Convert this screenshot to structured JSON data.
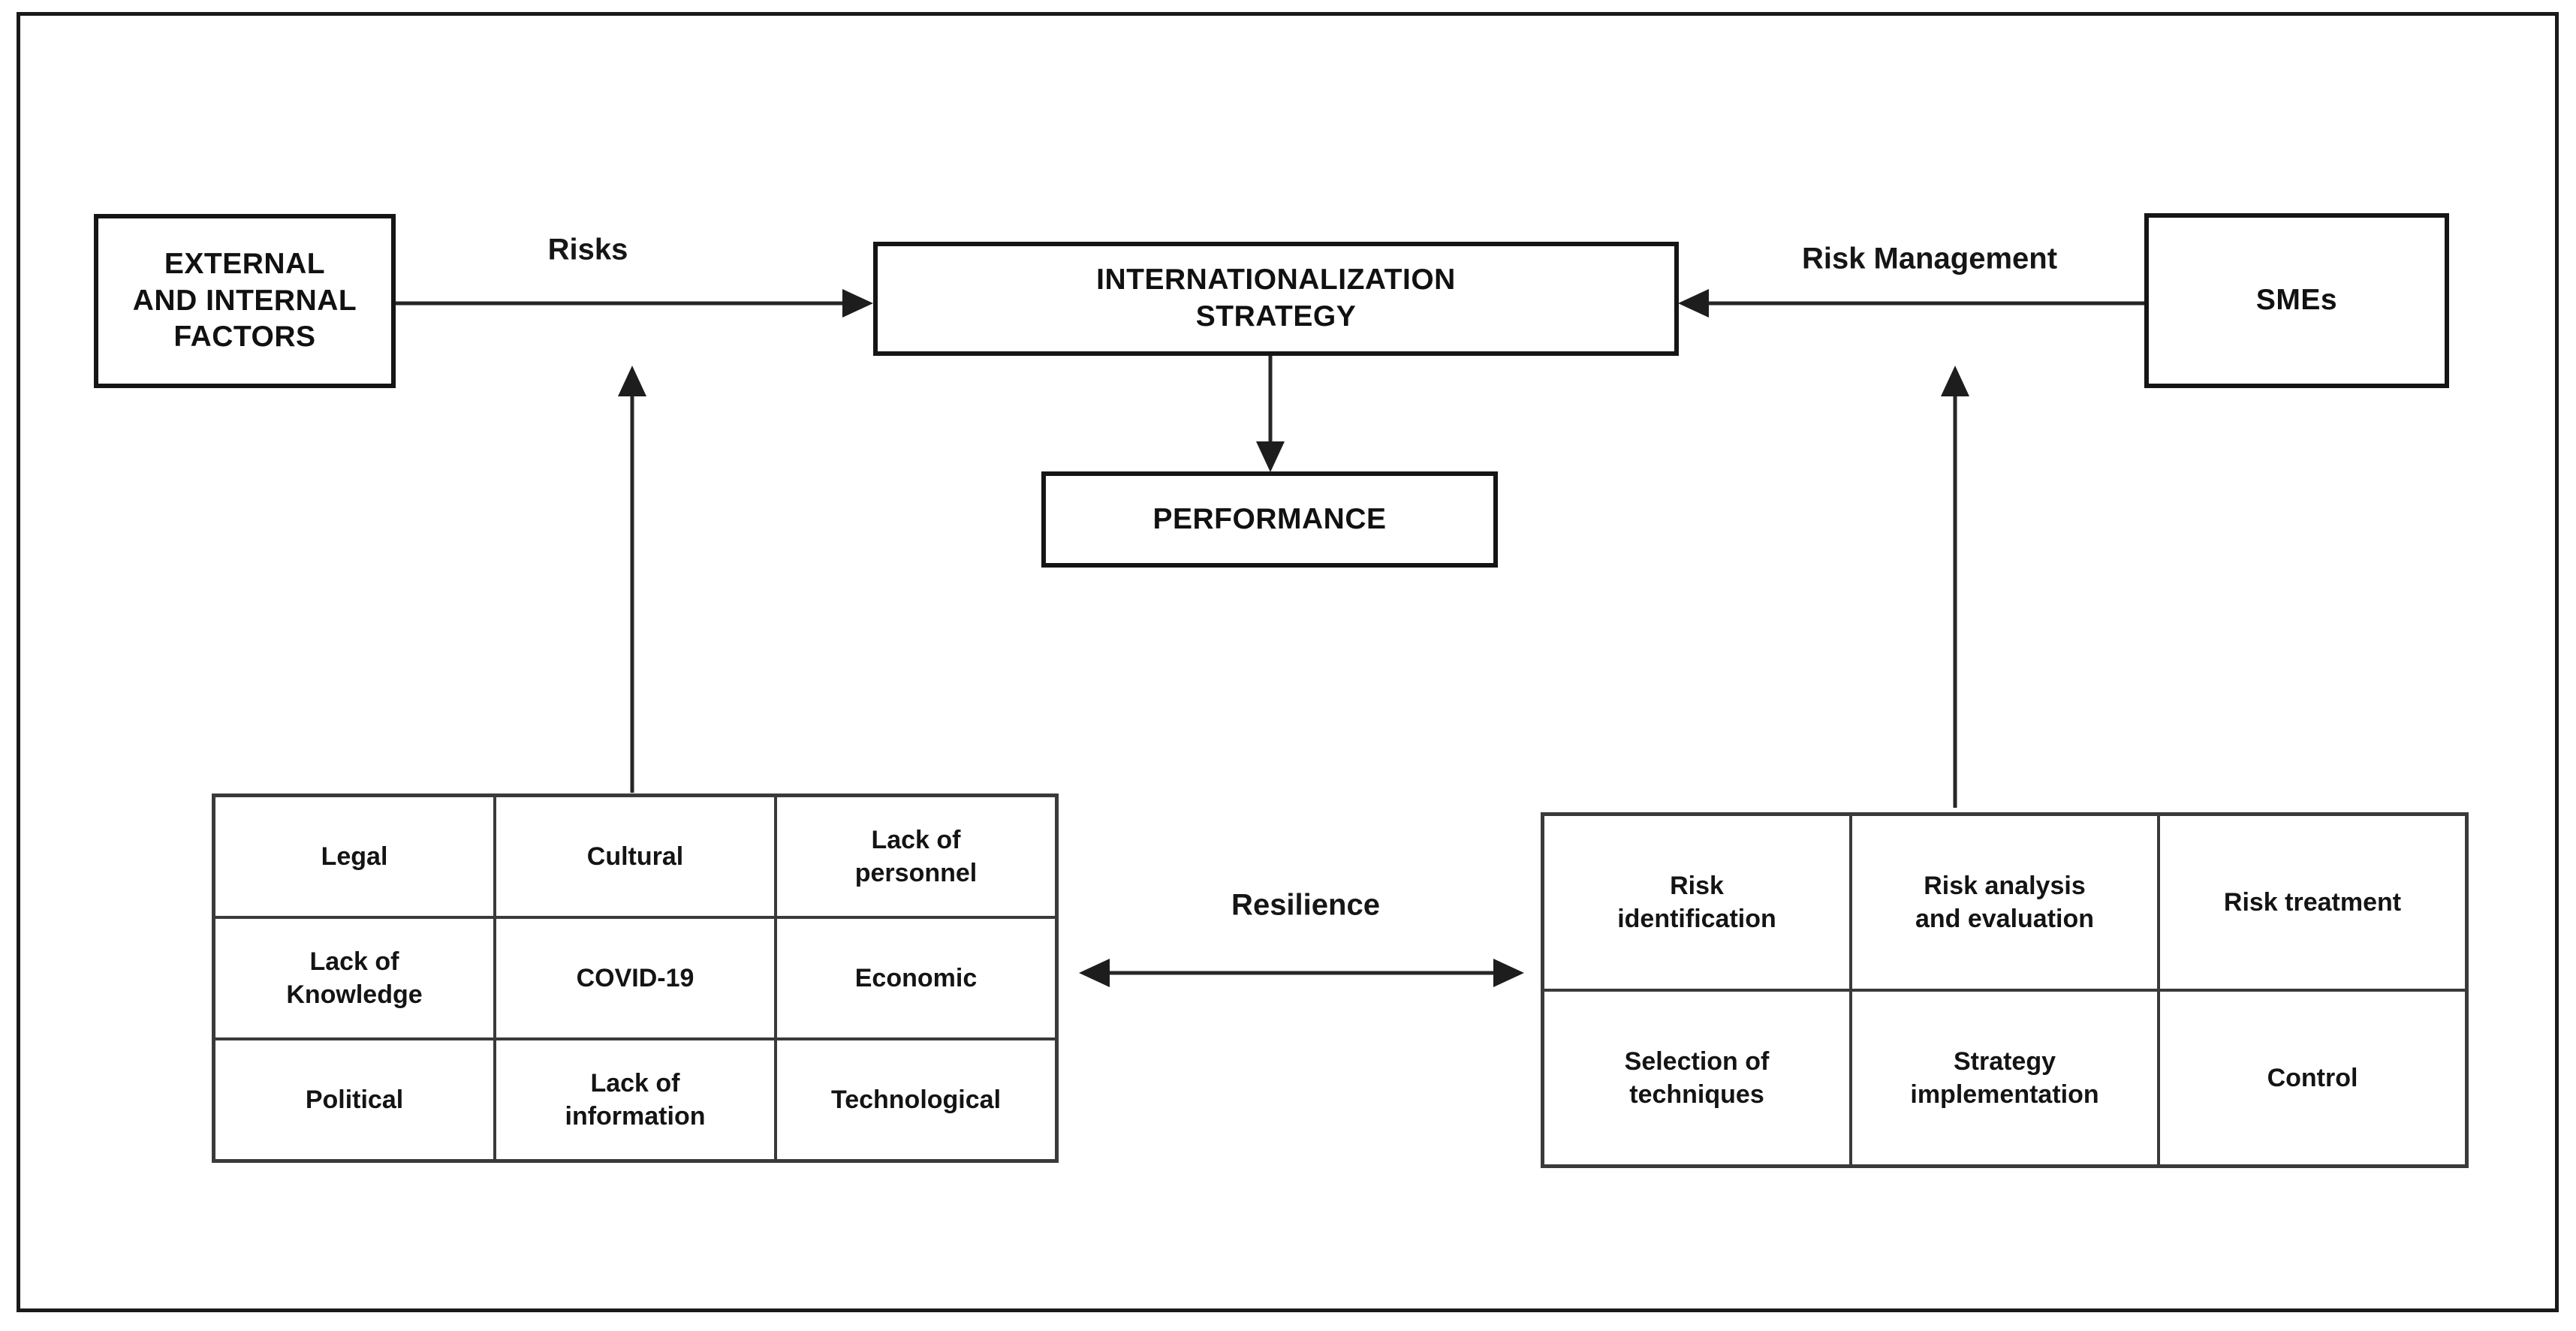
{
  "boxes": {
    "external_factors": {
      "label": "EXTERNAL\nAND INTERNAL\nFACTORS"
    },
    "internationalization_strategy": {
      "label": "INTERNATIONALIZATION\nSTRATEGY"
    },
    "performance": {
      "label": "PERFORMANCE"
    },
    "smes": {
      "label": "SMEs"
    }
  },
  "arrows": [
    {
      "id": "risks-arrow",
      "label": "Risks",
      "from": "external-factors",
      "to": "internationalization-strategy",
      "direction": "right"
    },
    {
      "id": "risk-management-arrow",
      "label": "Risk Management",
      "from": "smes",
      "to": "internationalization-strategy",
      "direction": "left"
    },
    {
      "id": "performance-arrow",
      "label": "",
      "from": "internationalization-strategy",
      "to": "performance",
      "direction": "down"
    },
    {
      "id": "risk-factors-up-arrow",
      "label": "",
      "from": "risk-factors-table",
      "to": "risks-arrow",
      "direction": "up"
    },
    {
      "id": "risk-management-up-arrow",
      "label": "",
      "from": "risk-management-table",
      "to": "risk-management-arrow",
      "direction": "up"
    },
    {
      "id": "resilience-arrow",
      "label": "Resilience",
      "from": "risk-factors-table",
      "to": "risk-management-table",
      "direction": "both"
    }
  ],
  "left_table": {
    "rows": [
      [
        "Legal",
        "Cultural",
        "Lack of\npersonnel"
      ],
      [
        "Lack of\nKnowledge",
        "COVID-19",
        "Economic"
      ],
      [
        "Political",
        "Lack of\ninformation",
        "Technological"
      ]
    ]
  },
  "right_table": {
    "rows": [
      [
        "Risk\nidentification",
        "Risk analysis\nand evaluation",
        "Risk treatment"
      ],
      [
        "Selection of\ntechniques",
        "Strategy\nimplementation",
        "Control"
      ]
    ]
  },
  "colors": {
    "ink": "#111111",
    "line": "#262626",
    "table_border": "#3a3a3a",
    "background": "#ffffff"
  }
}
